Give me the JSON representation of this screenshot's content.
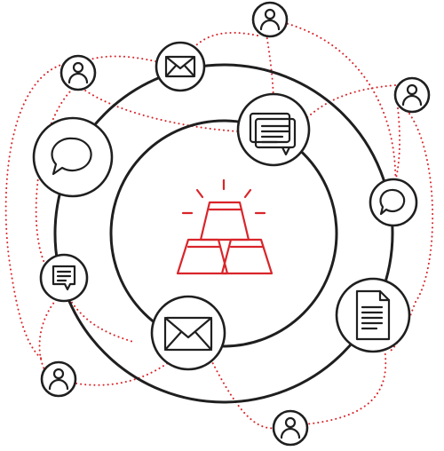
{
  "colors": {
    "accent": "#d9252a",
    "ink": "#1f1f1f",
    "background": "#ffffff"
  },
  "diagram": {
    "center": {
      "icon": "gold-bars-icon"
    },
    "nodes": [
      {
        "id": "chat-left",
        "icon": "speech-bubble-icon"
      },
      {
        "id": "document-top",
        "icon": "message-document-icon"
      },
      {
        "id": "chat-right",
        "icon": "speech-bubble-icon"
      },
      {
        "id": "file-right",
        "icon": "file-document-icon"
      },
      {
        "id": "mail-bottom",
        "icon": "envelope-icon"
      },
      {
        "id": "note-left",
        "icon": "note-bubble-icon"
      },
      {
        "id": "mail-top",
        "icon": "envelope-icon"
      },
      {
        "id": "user-top",
        "icon": "user-icon"
      },
      {
        "id": "user-top-left",
        "icon": "user-icon"
      },
      {
        "id": "user-right",
        "icon": "user-icon"
      },
      {
        "id": "user-bottom-left",
        "icon": "user-icon"
      },
      {
        "id": "user-bottom",
        "icon": "user-icon"
      }
    ]
  }
}
